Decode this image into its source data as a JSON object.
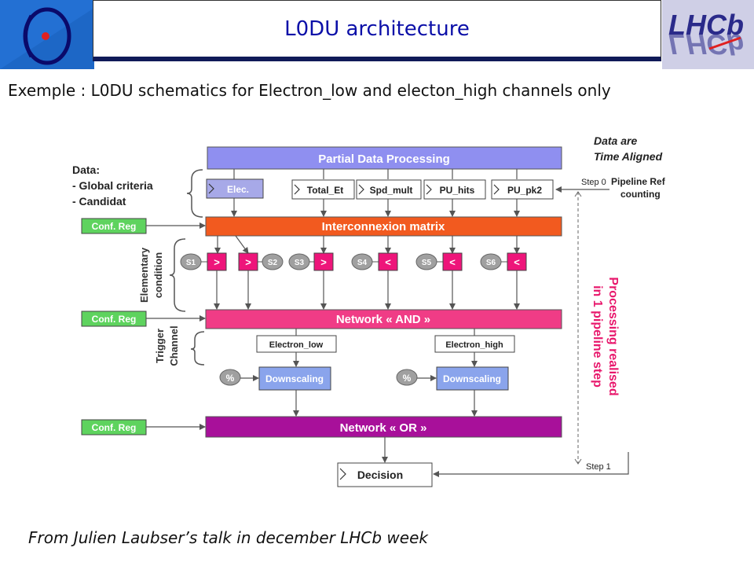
{
  "header": {
    "title": "L0DU architecture",
    "subtitle": "Exemple : L0DU schematics for Electron_low and electon_high channels only"
  },
  "logos": {
    "left": {
      "icon": "ipc-logo"
    },
    "right": {
      "text": "LHCb",
      "icon": "lhcb-logo"
    }
  },
  "diagram": {
    "data_label": {
      "line1": "Data:",
      "line2": "- Global criteria",
      "line3": "- Candidat"
    },
    "time_aligned": {
      "line1": "Data are",
      "line2": "Time Aligned"
    },
    "pipeline_ref": {
      "line1": "Pipeline Ref",
      "line2": "counting"
    },
    "step0": "Step 0",
    "step1": "Step 1",
    "partial_data_processing": "Partial Data Processing",
    "inputs": [
      "Elec.",
      "Total_Et",
      "Spd_mult",
      "PU_hits",
      "PU_pk2"
    ],
    "conf_reg": "Conf. Reg",
    "interconnexion_matrix": "Interconnexion matrix",
    "elementary_condition": {
      "line1": "Elementary",
      "line2": "condition"
    },
    "conditions": [
      {
        "label": "S1",
        "op": ">"
      },
      {
        "label": "S2",
        "op": ">"
      },
      {
        "label": "S3",
        "op": ">"
      },
      {
        "label": "S4",
        "op": "<"
      },
      {
        "label": "S5",
        "op": "<"
      },
      {
        "label": "S6",
        "op": "<"
      }
    ],
    "network_and": "Network « AND »",
    "trigger_channel": {
      "line1": "Trigger",
      "line2": "Channel"
    },
    "channels": [
      "Electron_low",
      "Electron_high"
    ],
    "percent": "%",
    "downscaling": "Downscaling",
    "network_or": "Network « OR »",
    "decision": "Decision",
    "processing_note": {
      "line1": "Processing realised",
      "line2": "in 1 pipeline step"
    }
  },
  "footer": "From Julien Laubser’s talk in december LHCb week",
  "colors": {
    "purple_box": "#8f8ff0",
    "orange_box": "#f25a1f",
    "pink_box": "#f03c86",
    "magenta_box": "#a8109a",
    "input_box": "#a7a9e8",
    "conf_green": "#5ed35e",
    "condition_pink": "#ee157a",
    "downscale_blue": "#8aa4ec",
    "grey_oval": "#a0a0a0",
    "note_red": "#e8186c"
  }
}
